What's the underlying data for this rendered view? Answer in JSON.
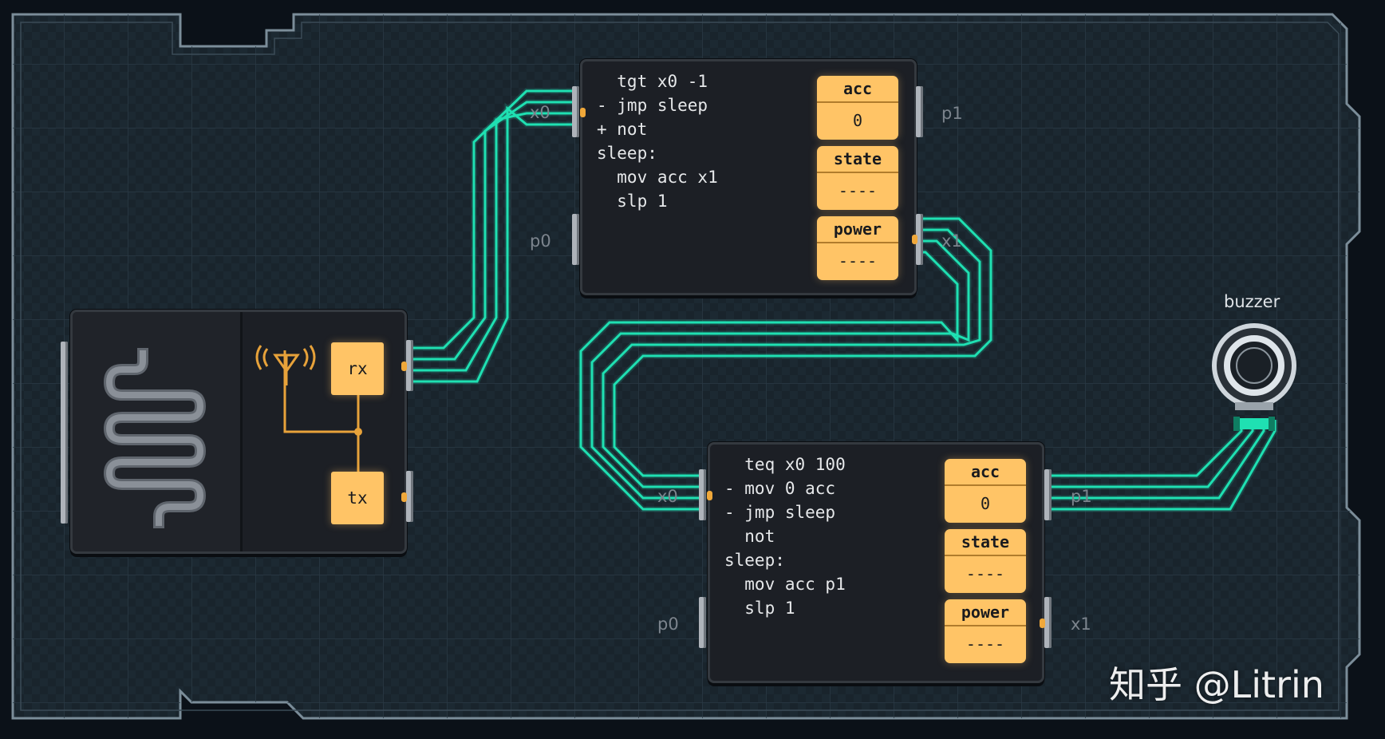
{
  "colors": {
    "wire": "#1fe0b2",
    "register": "#ffc466",
    "chip_body": "#1c1f25",
    "board": "#172129"
  },
  "controllers": [
    {
      "id": "mc-top",
      "code": "  tgt x0 -1\n- jmp sleep\n+ not\nsleep:\n  mov acc x1\n  slp 1",
      "registers": [
        {
          "name": "acc",
          "value": "0"
        },
        {
          "name": "state",
          "value": "----"
        },
        {
          "name": "power",
          "value": "----"
        }
      ],
      "ports": {
        "x0": "x0",
        "p0": "p0",
        "p1": "p1",
        "x1": "x1"
      }
    },
    {
      "id": "mc-bottom",
      "code": "  teq x0 100\n- mov 0 acc\n- jmp sleep\n  not\nsleep:\n  mov acc p1\n  slp 1",
      "registers": [
        {
          "name": "acc",
          "value": "0"
        },
        {
          "name": "state",
          "value": "----"
        },
        {
          "name": "power",
          "value": "----"
        }
      ],
      "ports": {
        "x0": "x0",
        "p0": "p0",
        "p1": "p1",
        "x1": "x1"
      }
    }
  ],
  "radio": {
    "rx_label": "rx",
    "tx_label": "tx",
    "antenna_icon": "antenna-icon",
    "coil_icon": "coil-icon"
  },
  "buzzer": {
    "label": "buzzer",
    "icon": "speaker-ring-icon"
  },
  "watermark": "知乎 @Litrin"
}
